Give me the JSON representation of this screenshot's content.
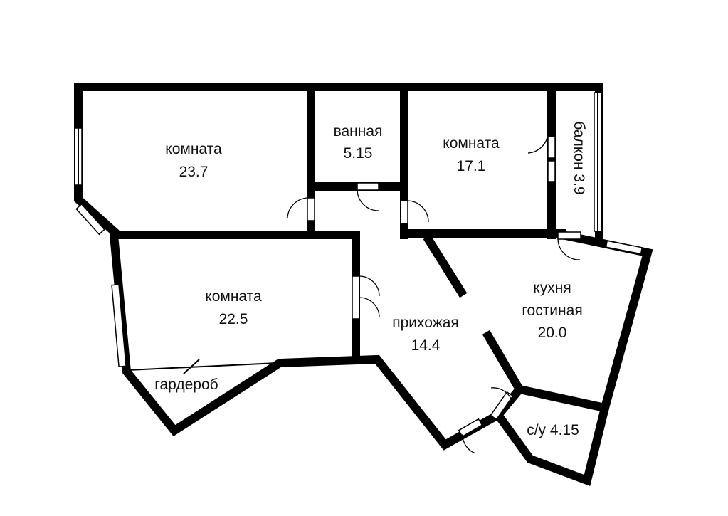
{
  "rooms": {
    "room1": {
      "name": "комната",
      "area": "23.7"
    },
    "bathroom": {
      "name": "ванная",
      "area": "5.15"
    },
    "room2": {
      "name": "комната",
      "area": "17.1"
    },
    "balcony": {
      "label": "балкон 3.9"
    },
    "room3": {
      "name": "комната",
      "area": "22.5"
    },
    "hallway": {
      "name": "прихожая",
      "area": "14.4"
    },
    "kitchen": {
      "name1": "кухня",
      "name2": "гостиная",
      "area": "20.0"
    },
    "wardrobe": {
      "label": "гардероб"
    },
    "toilet": {
      "label": "с/у 4.15"
    }
  }
}
